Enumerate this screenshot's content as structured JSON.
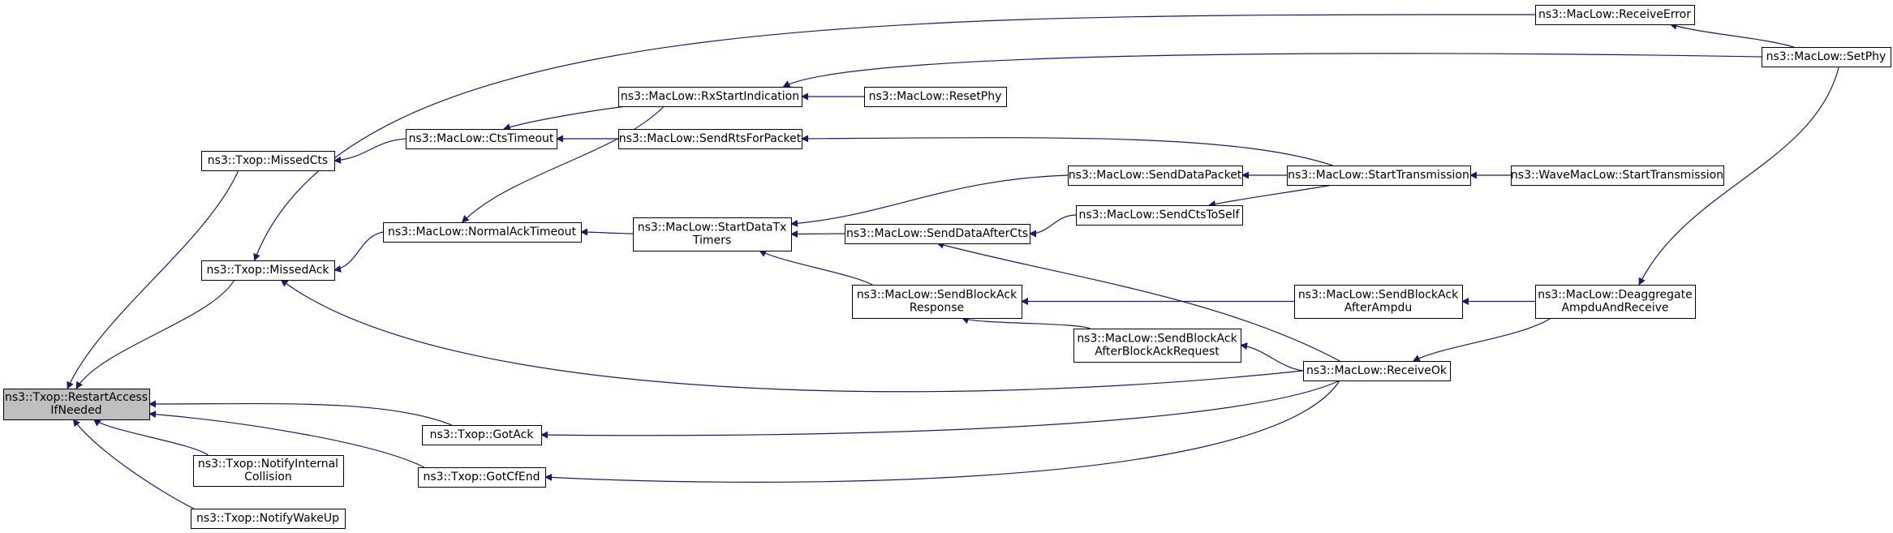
{
  "diagram": {
    "title": "",
    "colors": {
      "edge": "#191970",
      "node_border": "#000000",
      "node_fill": "#ffffff",
      "root_fill": "#bfbfbf"
    },
    "nodes": [
      {
        "id": "root",
        "lines": [
          "ns3::Txop::RestartAccess",
          "IfNeeded"
        ],
        "highlight": true
      },
      {
        "id": "missedCts",
        "lines": [
          "ns3::Txop::MissedCts"
        ]
      },
      {
        "id": "missedAck",
        "lines": [
          "ns3::Txop::MissedAck"
        ]
      },
      {
        "id": "notifyInternal",
        "lines": [
          "ns3::Txop::NotifyInternal",
          "Collision"
        ]
      },
      {
        "id": "notifyWakeUp",
        "lines": [
          "ns3::Txop::NotifyWakeUp"
        ]
      },
      {
        "id": "gotAck",
        "lines": [
          "ns3::Txop::GotAck"
        ]
      },
      {
        "id": "gotCfEnd",
        "lines": [
          "ns3::Txop::GotCfEnd"
        ]
      },
      {
        "id": "ctsTimeout",
        "lines": [
          "ns3::MacLow::CtsTimeout"
        ]
      },
      {
        "id": "normalAckTimeout",
        "lines": [
          "ns3::MacLow::NormalAckTimeout"
        ]
      },
      {
        "id": "rxStartIndication",
        "lines": [
          "ns3::MacLow::RxStartIndication"
        ]
      },
      {
        "id": "sendRtsForPacket",
        "lines": [
          "ns3::MacLow::SendRtsForPacket"
        ]
      },
      {
        "id": "startDataTxTimers",
        "lines": [
          "ns3::MacLow::StartDataTx",
          "Timers"
        ]
      },
      {
        "id": "resetPhy",
        "lines": [
          "ns3::MacLow::ResetPhy"
        ]
      },
      {
        "id": "sendDataPacket",
        "lines": [
          "ns3::MacLow::SendDataPacket"
        ]
      },
      {
        "id": "sendDataAfterCts",
        "lines": [
          "ns3::MacLow::SendDataAfterCts"
        ]
      },
      {
        "id": "sendCtsToSelf",
        "lines": [
          "ns3::MacLow::SendCtsToSelf"
        ]
      },
      {
        "id": "sendBlockAckResponse",
        "lines": [
          "ns3::MacLow::SendBlockAck",
          "Response"
        ]
      },
      {
        "id": "sendBlockAckAfterBAR",
        "lines": [
          "ns3::MacLow::SendBlockAck",
          "AfterBlockAckRequest"
        ]
      },
      {
        "id": "startTransmission",
        "lines": [
          "ns3::MacLow::StartTransmission"
        ]
      },
      {
        "id": "sendBlockAckAfterAmpdu",
        "lines": [
          "ns3::MacLow::SendBlockAck",
          "AfterAmpdu"
        ]
      },
      {
        "id": "receiveOk",
        "lines": [
          "ns3::MacLow::ReceiveOk"
        ]
      },
      {
        "id": "receiveError",
        "lines": [
          "ns3::MacLow::ReceiveError"
        ]
      },
      {
        "id": "waveStartTransmission",
        "lines": [
          "ns3::WaveMacLow::StartTransmission"
        ]
      },
      {
        "id": "deaggregate",
        "lines": [
          "ns3::MacLow::Deaggregate",
          "AmpduAndReceive"
        ]
      },
      {
        "id": "setPhy",
        "lines": [
          "ns3::MacLow::SetPhy"
        ]
      }
    ],
    "edges": [
      {
        "from": "missedCts",
        "to": "root"
      },
      {
        "from": "missedAck",
        "to": "root"
      },
      {
        "from": "notifyInternal",
        "to": "root"
      },
      {
        "from": "notifyWakeUp",
        "to": "root"
      },
      {
        "from": "gotAck",
        "to": "root"
      },
      {
        "from": "gotCfEnd",
        "to": "root"
      },
      {
        "from": "ctsTimeout",
        "to": "missedCts"
      },
      {
        "from": "normalAckTimeout",
        "to": "missedAck"
      },
      {
        "from": "receiveError",
        "to": "missedAck"
      },
      {
        "from": "receiveOk",
        "to": "missedAck"
      },
      {
        "from": "receiveOk",
        "to": "gotAck"
      },
      {
        "from": "receiveOk",
        "to": "gotCfEnd"
      },
      {
        "from": "rxStartIndication",
        "to": "ctsTimeout"
      },
      {
        "from": "sendRtsForPacket",
        "to": "ctsTimeout"
      },
      {
        "from": "rxStartIndication",
        "to": "normalAckTimeout"
      },
      {
        "from": "startDataTxTimers",
        "to": "normalAckTimeout"
      },
      {
        "from": "resetPhy",
        "to": "rxStartIndication"
      },
      {
        "from": "setPhy",
        "to": "rxStartIndication"
      },
      {
        "from": "startTransmission",
        "to": "sendRtsForPacket"
      },
      {
        "from": "sendDataPacket",
        "to": "startDataTxTimers"
      },
      {
        "from": "sendDataAfterCts",
        "to": "startDataTxTimers"
      },
      {
        "from": "sendBlockAckResponse",
        "to": "startDataTxTimers"
      },
      {
        "from": "startTransmission",
        "to": "sendDataPacket"
      },
      {
        "from": "sendCtsToSelf",
        "to": "sendDataAfterCts"
      },
      {
        "from": "receiveOk",
        "to": "sendDataAfterCts"
      },
      {
        "from": "startTransmission",
        "to": "sendCtsToSelf"
      },
      {
        "from": "sendBlockAckAfterAmpdu",
        "to": "sendBlockAckResponse"
      },
      {
        "from": "sendBlockAckAfterBAR",
        "to": "sendBlockAckResponse"
      },
      {
        "from": "receiveOk",
        "to": "sendBlockAckAfterBAR"
      },
      {
        "from": "waveStartTransmission",
        "to": "startTransmission"
      },
      {
        "from": "deaggregate",
        "to": "sendBlockAckAfterAmpdu"
      },
      {
        "from": "deaggregate",
        "to": "receiveOk"
      },
      {
        "from": "setPhy",
        "to": "receiveError"
      },
      {
        "from": "setPhy",
        "to": "deaggregate"
      }
    ]
  }
}
